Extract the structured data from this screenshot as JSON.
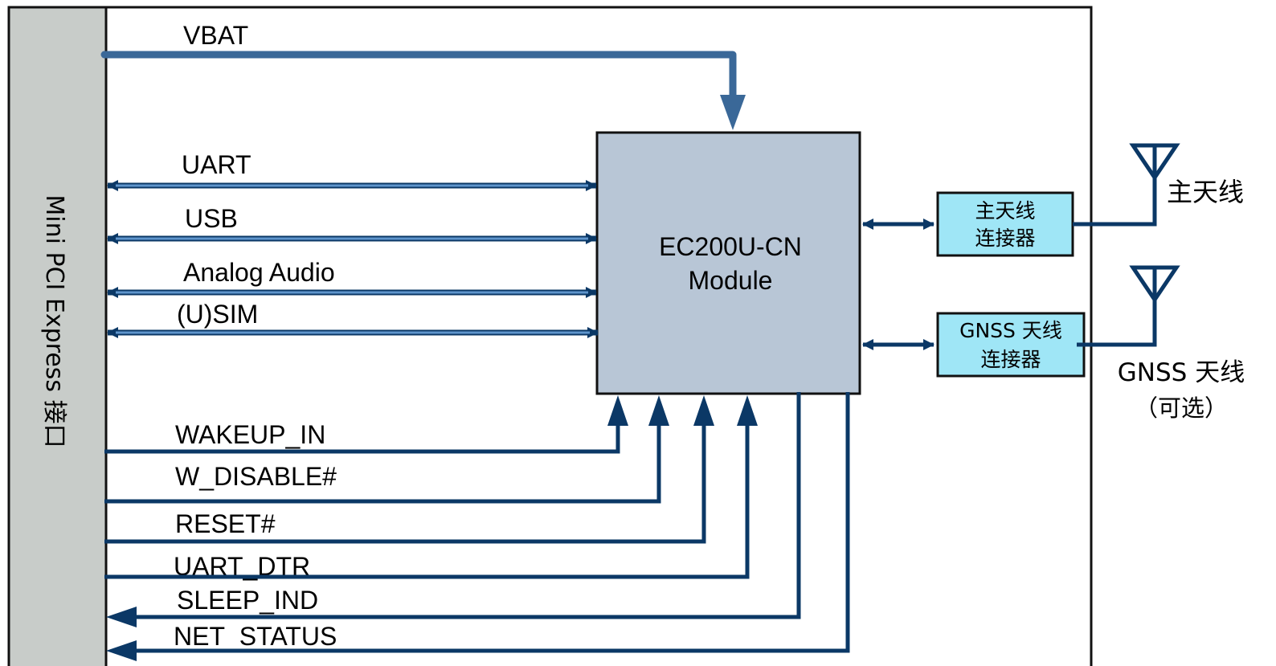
{
  "interface_label": "Mini PCI Express 接口",
  "module": {
    "line1": "EC200U-CN",
    "line2": "Module"
  },
  "power_label": "VBAT",
  "bidirectional_signals": [
    "UART",
    "USB",
    "Analog Audio",
    "(U)SIM"
  ],
  "input_signals": [
    "WAKEUP_IN",
    "W_DISABLE#",
    "RESET#",
    "UART_DTR"
  ],
  "output_signals": [
    "SLEEP_IND",
    "NET_STATUS"
  ],
  "main_antenna": {
    "connector_line1": "主天线",
    "connector_line2": "连接器",
    "label": "主天线"
  },
  "gnss_antenna": {
    "connector_line1": "GNSS 天线",
    "connector_line2": "连接器",
    "label_line1": "GNSS 天线",
    "label_line2": "（可选）"
  },
  "colors": {
    "interface_bar": "#c8ccc9",
    "module_fill": "#b8c6d6",
    "connector_fill": "#9fe6f6",
    "power_line": "#3a6898",
    "bus_line": "#5f95cc",
    "control_line": "#0b3866"
  }
}
